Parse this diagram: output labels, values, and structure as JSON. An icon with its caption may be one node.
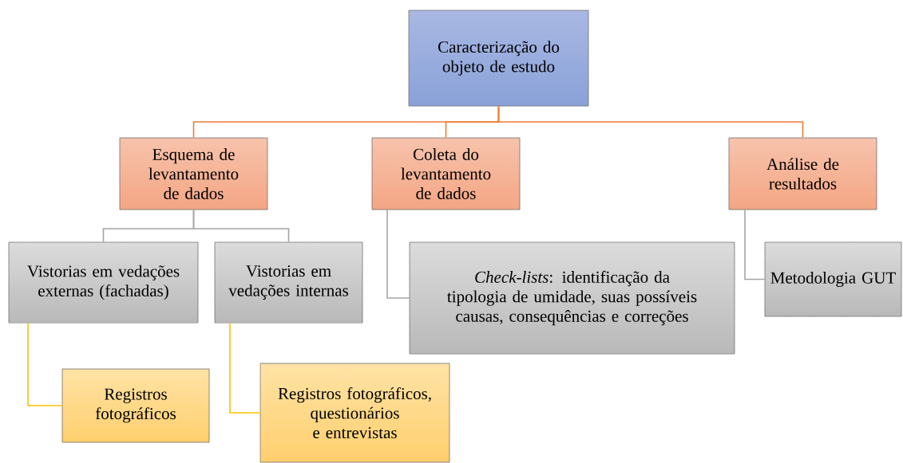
{
  "diagram": {
    "nodes": [
      {
        "text": [
          "Caracterização do objeto de estudo"
        ]
      },
      {
        "text": [
          "Esquema de levantamento de dados"
        ]
      },
      {
        "text": [
          "Coleta do levantamento de dados"
        ]
      },
      {
        "text": [
          "Análise de resultados"
        ]
      },
      {
        "text": [
          "Vistorias em vedações externas (fachadas)"
        ]
      },
      {
        "text": [
          "Vistorias em vedações internas"
        ]
      },
      {
        "text": [
          "*Check-lists*: identificação da tipologia de umidade, suas possíveis causas, consequências e correções"
        ]
      },
      {
        "text": [
          "Metodologia GUT"
        ]
      },
      {
        "text": [
          "Registros fotográficos"
        ]
      },
      {
        "text": [
          "Registros fotográficos, questionários e entrevistas"
        ]
      }
    ],
    "edges": [
      {
        "from": 0,
        "to": 1,
        "arrow": "none",
        "color": "#ed7d31"
      },
      {
        "from": 0,
        "to": 2,
        "arrow": "none",
        "color": "#ed7d31"
      },
      {
        "from": 0,
        "to": 3,
        "arrow": "none",
        "color": "#ed7d31"
      },
      {
        "from": 1,
        "to": 4,
        "arrow": "none",
        "color": "#a5a5a5"
      },
      {
        "from": 1,
        "to": 5,
        "arrow": "none",
        "color": "#a5a5a5"
      },
      {
        "from": 2,
        "to": 6,
        "arrow": "none",
        "color": "#a5a5a5"
      },
      {
        "from": 3,
        "to": 7,
        "arrow": "none",
        "color": "#a5a5a5"
      },
      {
        "from": 4,
        "to": 8,
        "arrow": "none",
        "color": "#ffc000"
      },
      {
        "from": 5,
        "to": 9,
        "arrow": "none",
        "color": "#ffc000"
      }
    ]
  }
}
